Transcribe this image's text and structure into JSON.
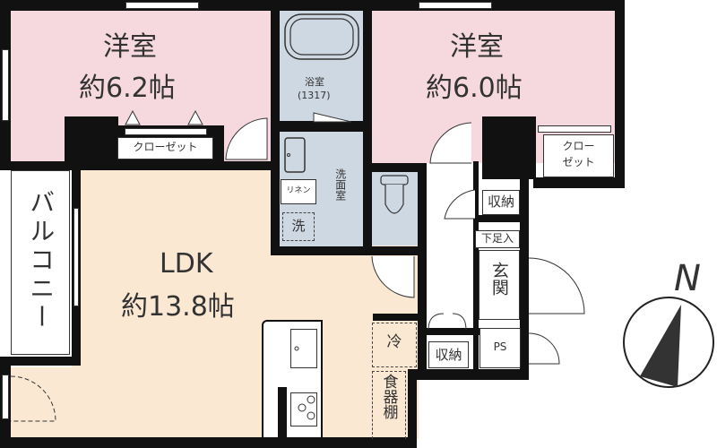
{
  "rooms": {
    "western_room_1": {
      "name": "洋室",
      "size": "約6.2帖"
    },
    "western_room_2": {
      "name": "洋室",
      "size": "約6.0帖"
    },
    "ldk": {
      "name": "LDK",
      "size": "約13.8帖"
    },
    "bathroom": {
      "name": "浴室",
      "spec": "(1317)"
    },
    "washroom": {
      "name": "洗面室"
    },
    "balcony": {
      "name": "バルコニー"
    },
    "entrance": {
      "name": "玄関"
    }
  },
  "storage": {
    "closet_1": "クローゼット",
    "closet_2_line1": "クロー",
    "closet_2_line2": "ゼット",
    "linen": "リネン",
    "washer": "洗",
    "storage_upper": "収納",
    "shoe_box": "下足入",
    "storage_lower": "収納",
    "pipe_space": "PS",
    "fridge": "冷",
    "cupboard": "食器棚"
  },
  "compass": {
    "label": "N"
  },
  "colors": {
    "western_room": "#f6d9de",
    "ldk": "#fbe8d2",
    "wet_area": "#ced8e3",
    "wall": "#111111"
  }
}
